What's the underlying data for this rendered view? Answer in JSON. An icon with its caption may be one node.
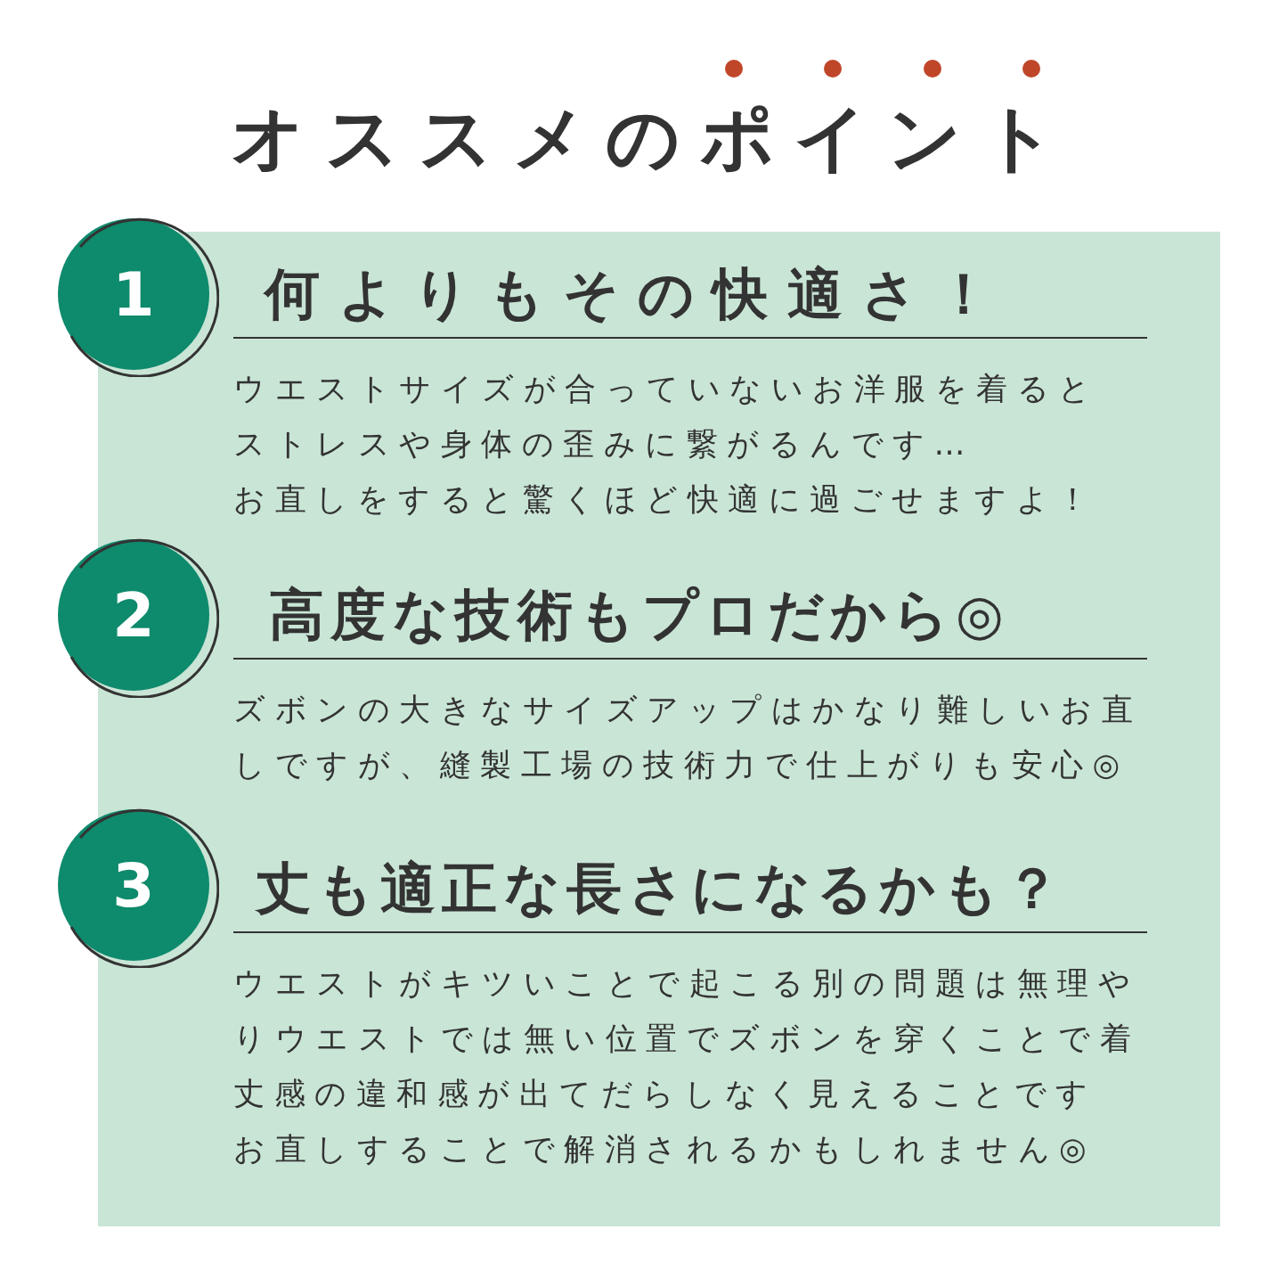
{
  "diagram": {
    "title": "オススメのポイント",
    "nodes": [
      {
        "text": [
          "何よりもその快適さ！",
          "ウエストサイズが合っていないお洋服を着ると",
          "ストレスや身体の歪みに繋がるんです…",
          "お直しをすると驚くほど快適に過ごせますよ！",
          "高度な技術もプロだから◎",
          "ズボンの大きなサイズアップはかなり難しいお直しですが、縫製工場の技術力で仕上がりも安心◎",
          "丈も適正な長さになるかも？",
          "ウエストがキツいことで起こる別の問題は無理やりウエストでは無い位置でズボンを穿くことで着丈感の違和感が出てだらしなく見えることです",
          "お直しすることで解消されるかもしれません◎"
        ]
      },
      {
        "text": [
          "1"
        ]
      },
      {
        "text": [
          "2"
        ]
      },
      {
        "text": [
          "3"
        ]
      }
    ]
  }
}
